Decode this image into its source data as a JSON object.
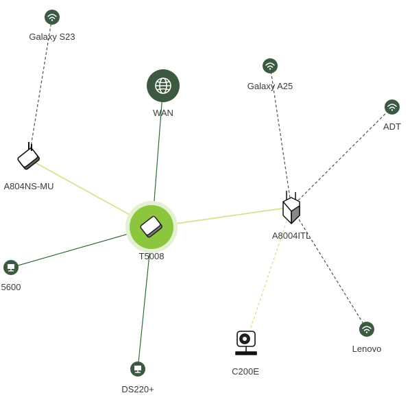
{
  "topology": {
    "internet": {
      "label": "WAN",
      "icon": "globe-icon"
    },
    "main_router": {
      "label": "T5008",
      "icon": "router-icon"
    },
    "mesh_nodes": [
      {
        "label": "A804NS-MU",
        "icon": "extender-icon"
      },
      {
        "label": "A8004ITL",
        "icon": "extender-icon"
      }
    ],
    "clients": [
      {
        "label": "Galaxy S23",
        "icon": "wifi-icon",
        "connection": "wireless"
      },
      {
        "label": "Galaxy A25",
        "icon": "wifi-icon",
        "connection": "wireless"
      },
      {
        "label": "ADT",
        "icon": "wifi-icon",
        "connection": "wireless"
      },
      {
        "label": "5600",
        "icon": "ethernet-icon",
        "connection": "wired"
      },
      {
        "label": "DS220+",
        "icon": "ethernet-icon",
        "connection": "wired"
      },
      {
        "label": "C200E",
        "icon": "camera-icon",
        "connection": "wireless"
      },
      {
        "label": "Lenovo",
        "icon": "wifi-icon",
        "connection": "wireless"
      }
    ]
  },
  "colors": {
    "node_dark": "#3d5a40",
    "router_accent": "#8cc63f",
    "router_halo": "#e4f0d2",
    "wired_link": "#2e6b34",
    "mesh_link": "#d4e38c",
    "wireless_link": "#3d5a40",
    "camera_link": "#d9df90",
    "label": "#3a3a3a"
  }
}
